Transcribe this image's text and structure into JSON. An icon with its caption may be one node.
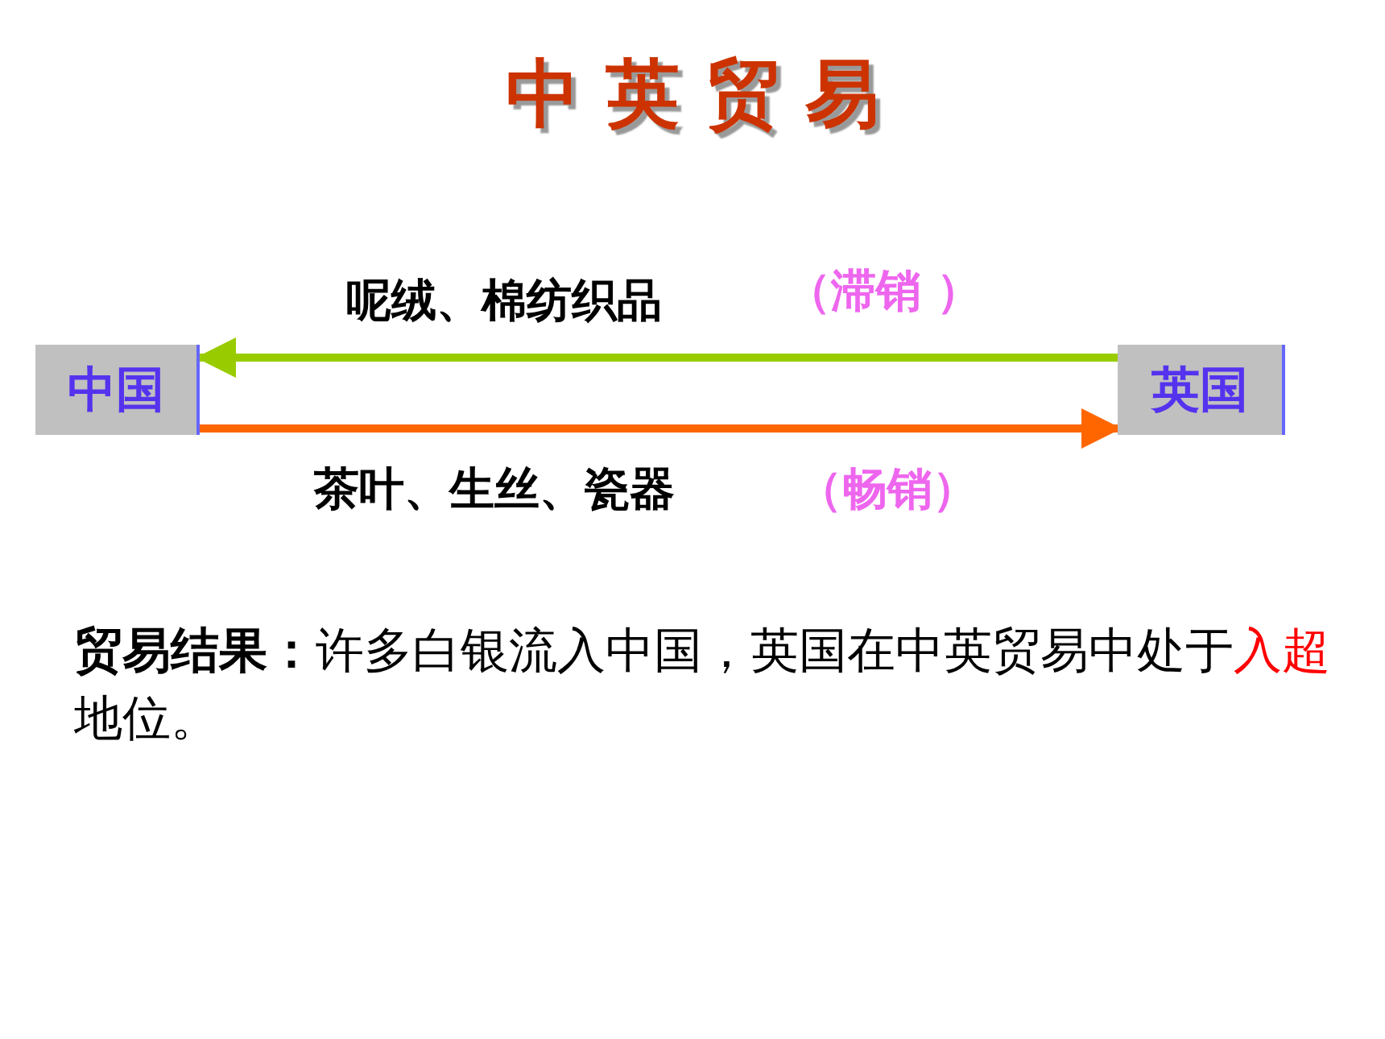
{
  "diagram": {
    "title": "中 英 贸 易",
    "nodes": [
      {
        "text": [
          "中国"
        ]
      },
      {
        "text": [
          "英国"
        ]
      }
    ],
    "edges": [
      {
        "from": 1,
        "to": 0,
        "arrow": "to",
        "label": "呢绒、棉纺织品",
        "color": "#99cc00"
      },
      {
        "from": 0,
        "to": 1,
        "arrow": "to",
        "label": "茶叶、生丝、瓷器",
        "color": "#ff6600"
      }
    ],
    "labels": [
      "（滞销 ）",
      "（畅销）",
      "贸易结果：",
      "许多白银流入中国，英国在中英贸易中处于",
      "入超",
      "地位。"
    ]
  }
}
